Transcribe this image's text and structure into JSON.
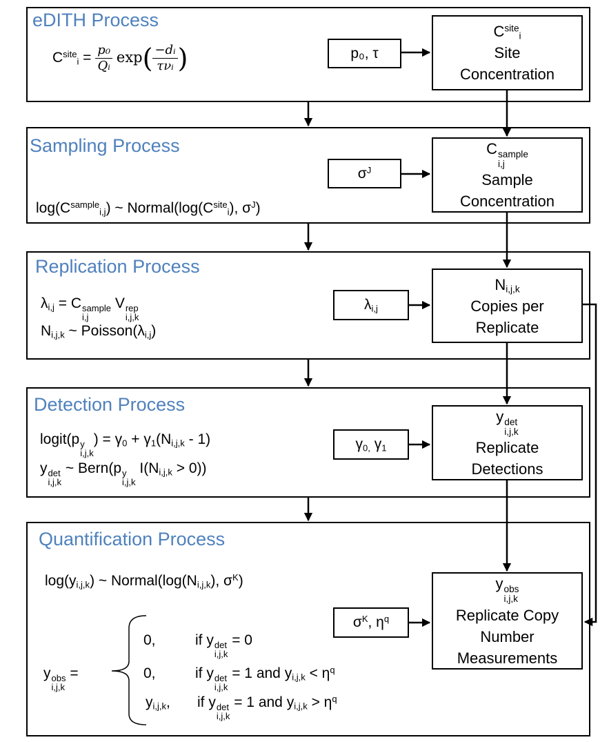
{
  "panels": {
    "edith": {
      "title": "eDITH Process",
      "eq_lhs_base": "C",
      "eq_lhs_sup": "site",
      "eq_lhs_sub": "i",
      "eq_lhs_op": " =",
      "frac1_num": "p₀",
      "frac1_den": "Qᵢ",
      "exp_word": "exp",
      "frac2_num": "−dᵢ",
      "frac2_den": "τνᵢ",
      "param_box": "p₀, τ",
      "node_line1_base": "C",
      "node_line1_sup": "site",
      "node_line1_sub": "i",
      "node_line2": "Site",
      "node_line3": "Concentration"
    },
    "sampling": {
      "title": "Sampling Process",
      "eq_a": "log(C",
      "eq_a_sup": "sample",
      "eq_a_sub": "i,j",
      "eq_b": ") ~  Normal(log(C",
      "eq_b_sup": "site",
      "eq_b_sub": "i",
      "eq_c": "), σ",
      "eq_c_sup": "J",
      "eq_d": ")",
      "param_base": "σ",
      "param_sup": "J",
      "node_line1_base": "C",
      "node_line1_sup": "sample",
      "node_line1_sub": "i,j",
      "node_line2": "Sample",
      "node_line3": "Concentration"
    },
    "replication": {
      "title": "Replication Process",
      "eq1_a": "λ",
      "eq1_a_sub": "i,j",
      "eq1_b": " = C",
      "eq1_b_sup": "sample",
      "eq1_b_sub": "i,j",
      "eq1_c": " V",
      "eq1_c_sup": "rep",
      "eq1_c_sub": "i,j,k",
      "eq2_a": "N",
      "eq2_a_sub": "i,j,k",
      "eq2_b": " ~ Poisson(λ",
      "eq2_b_sub": "i,j",
      "eq2_c": ")",
      "param_base": "λ",
      "param_sub": "i,j",
      "node_line1_base": "N",
      "node_line1_sub": "i,j,k",
      "node_line2": "Copies per",
      "node_line3": "Replicate"
    },
    "detection": {
      "title": "Detection Process",
      "eq1_a": "logit(p",
      "eq1_a_sup": "y",
      "eq1_a_sub": "i,j,k",
      "eq1_b": ") = γ",
      "eq1_b_sub": "0",
      "eq1_c": " + γ",
      "eq1_c_sub": "1",
      "eq1_d": "(N",
      "eq1_d_sub": "i,j,k",
      "eq1_e": " - 1)",
      "eq2_a": "y",
      "eq2_a_sup": "det",
      "eq2_a_sub": "i,j,k",
      "eq2_b": " ~ Bern(p",
      "eq2_b_sup": "y",
      "eq2_b_sub": "i,j,k",
      "eq2_c": " I(N",
      "eq2_c_sub": "i,j,k",
      "eq2_d": " > 0))",
      "param_a": "γ",
      "param_a_sub": "0,",
      "param_b": " γ",
      "param_b_sub": "1",
      "node_line1_base": "y",
      "node_line1_sup": "det",
      "node_line1_sub": "i,j,k",
      "node_line2": "Replicate",
      "node_line3": "Detections"
    },
    "quantification": {
      "title": "Quantification Process",
      "eq1_a": "log(y",
      "eq1_a_sub": "i,j,k",
      "eq1_b": ") ~  Normal(log(N",
      "eq1_b_sub": "i,j,k",
      "eq1_c": "), σ",
      "eq1_c_sup": "K",
      "eq1_d": ")",
      "lhs_base": "y",
      "lhs_sup": "obs",
      "lhs_sub": "i,j,k",
      "lhs_op": " =",
      "case1_val": "0,",
      "case1_a": "if y",
      "case1_a_sup": "det",
      "case1_a_sub": "i,j,k",
      "case1_b": " = 0",
      "case2_val": "0,",
      "case2_a": "if y",
      "case2_a_sup": "det",
      "case2_a_sub": "i,j,k",
      "case2_b": " = 1 and y",
      "case2_b_sub": "i,j,k",
      "case2_c": " < η",
      "case2_c_sup": "q",
      "case3_val": "y",
      "case3_val_sub": "i,j,k",
      "case3_val_tail": ",",
      "case3_a": "if y",
      "case3_a_sup": "det",
      "case3_a_sub": "i,j,k",
      "case3_b": " = 1 and y",
      "case3_b_sub": "i,j,k",
      "case3_c": " > η",
      "case3_c_sup": "q",
      "param_a": "σ",
      "param_a_sup": "K",
      "param_b": ", η",
      "param_b_sup": "q",
      "node_line1_base": "y",
      "node_line1_sup": "obs",
      "node_line1_sub": "i,j,k",
      "node_line2": "Replicate Copy",
      "node_line3": "Number",
      "node_line4": "Measurements"
    }
  },
  "colors": {
    "title": "#4f81bd",
    "line": "#000000"
  }
}
